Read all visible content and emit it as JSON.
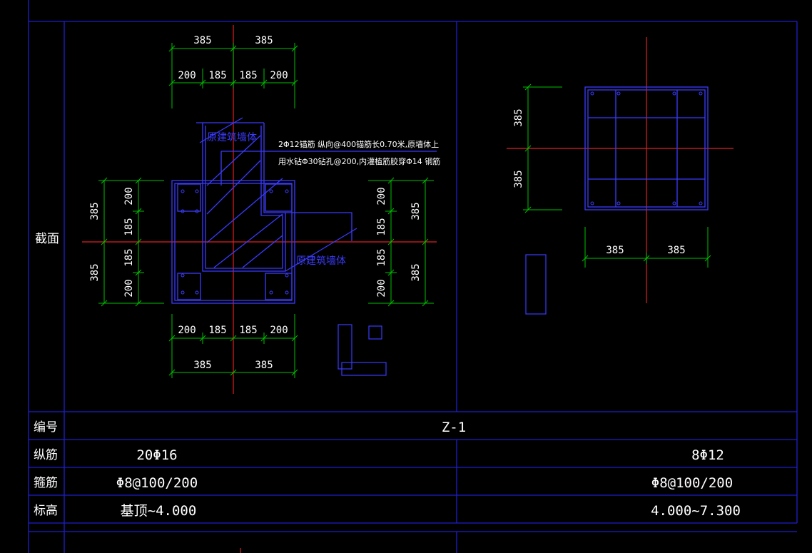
{
  "table": {
    "row_section": "截面",
    "row_id": "编号",
    "row_long": "纵筋",
    "row_stirrup": "箍筋",
    "row_elev": "标高",
    "id_value": "Z-1",
    "left": {
      "long": "20Φ16",
      "stirrup": "Φ8@100/200",
      "elev": "基顶~4.000"
    },
    "right": {
      "long": "8Φ12",
      "stirrup": "Φ8@100/200",
      "elev": "4.000~7.300"
    }
  },
  "left_section": {
    "dim_top_total": [
      "385",
      "385"
    ],
    "dim_top_parts": [
      "200",
      "185",
      "185",
      "200"
    ],
    "dim_bottom_parts": [
      "200",
      "185",
      "185",
      "200"
    ],
    "dim_bottom_total": [
      "385",
      "385"
    ],
    "dim_left_total": [
      "385",
      "385"
    ],
    "dim_left_parts": [
      "200",
      "185",
      "185",
      "200"
    ],
    "dim_right_parts": [
      "200",
      "185",
      "185",
      "200"
    ],
    "dim_right_total": [
      "385",
      "385"
    ],
    "wall_label_top": "原建筑墙体",
    "wall_label_right": "原建筑墙体",
    "note_line1": "2Φ12锚筋 纵向@400锚筋长0.70米,原墙体上",
    "note_line2": "用水钻Φ30钻孔@200,内灌植筋胶穿Φ14 钢筋"
  },
  "right_section": {
    "dim_left": [
      "385",
      "385"
    ],
    "dim_bottom": [
      "385",
      "385"
    ]
  },
  "colors": {
    "grid": "#1f1fcc",
    "dimension": "#00c000",
    "centerline": "#e02020",
    "section": "#3a3aff",
    "text": "#ffffff"
  }
}
